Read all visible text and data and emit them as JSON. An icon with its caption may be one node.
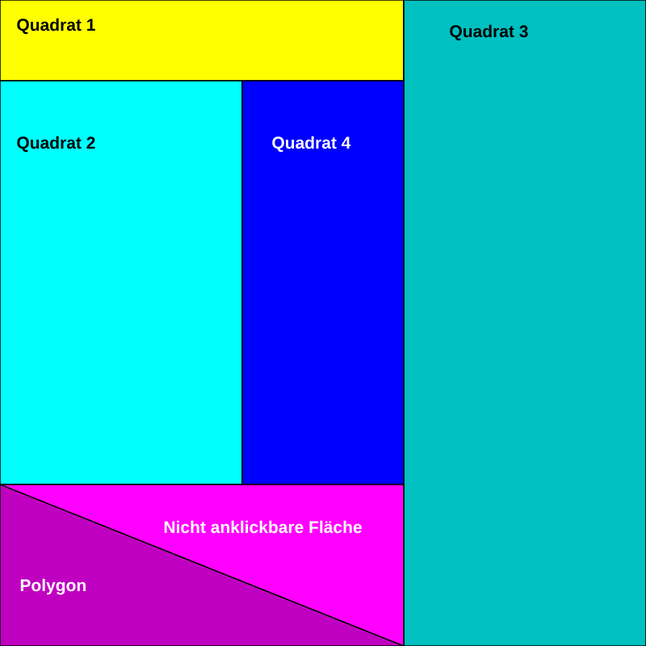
{
  "diagram": {
    "nodes": [
      {
        "text": [
          "Quadrat 1"
        ]
      },
      {
        "text": [
          "Quadrat 3"
        ]
      },
      {
        "text": [
          "Quadrat 2"
        ]
      },
      {
        "text": [
          "Quadrat 4"
        ]
      },
      {
        "text": [
          "Nicht anklickbare Fläche"
        ]
      },
      {
        "text": [
          "Polygon"
        ],
        "in": 4
      }
    ]
  }
}
